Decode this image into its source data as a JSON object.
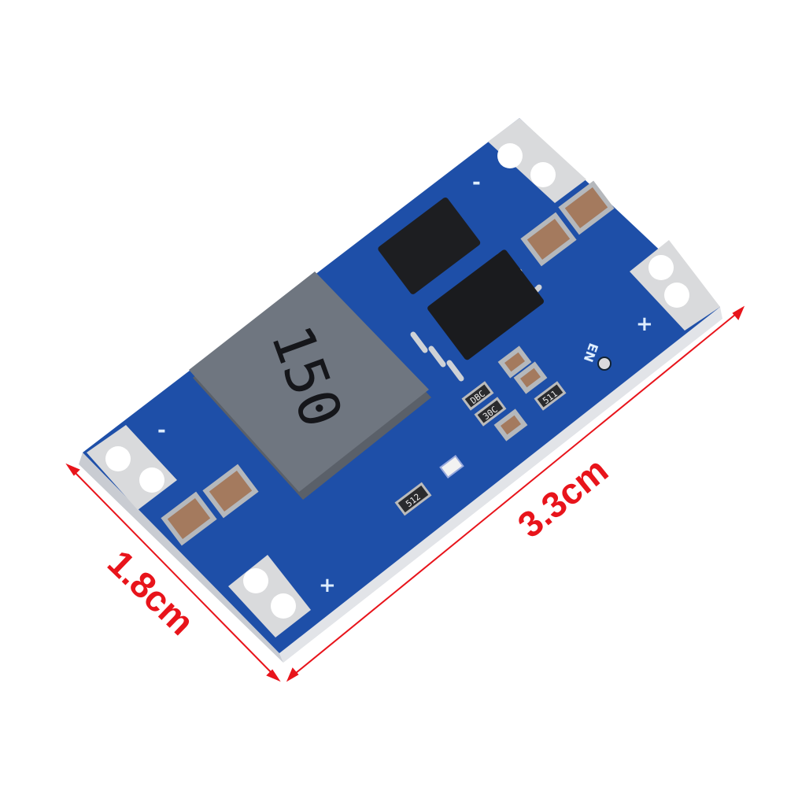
{
  "product": {
    "inductor_marking": "150",
    "silkscreen": {
      "en_label": "EN",
      "plus": "+",
      "minus": "-"
    },
    "resistor_markings": [
      "DBC",
      "30C",
      "511",
      "512"
    ]
  },
  "dimensions": {
    "length": "3.3cm",
    "width": "1.8cm",
    "line_color": "#e8141b"
  },
  "colors": {
    "pcb": "#1e4fa8",
    "inductor": "#6f7680",
    "pads": "#d9dadc"
  }
}
